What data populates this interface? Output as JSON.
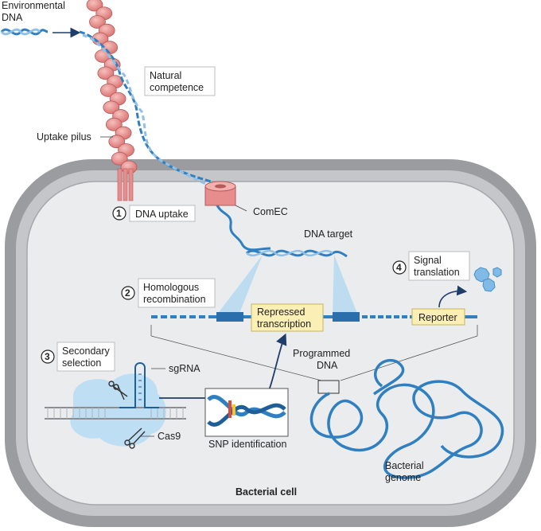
{
  "labels": {
    "environmental_dna": [
      "Environmental",
      "DNA"
    ],
    "natural_competence": [
      "Natural",
      "competence"
    ],
    "uptake_pilus": "Uptake pilus",
    "dna_uptake": "DNA uptake",
    "comec": "ComEC",
    "dna_target": "DNA target",
    "homologous_recombination": [
      "Homologous",
      "recombination"
    ],
    "repressed_transcription": [
      "Repressed",
      "transcription"
    ],
    "signal_translation": [
      "Signal",
      "translation"
    ],
    "reporter": "Reporter",
    "programmed_dna": [
      "Programmed",
      "DNA"
    ],
    "secondary_selection": [
      "Secondary",
      "selection"
    ],
    "sgrna": "sgRNA",
    "cas9": "Cas9",
    "snp_identification": "SNP identification",
    "bacterial_genome": [
      "Bacterial",
      "genome"
    ],
    "bacterial_cell": "Bacterial cell"
  },
  "steps": [
    "1",
    "2",
    "3",
    "4"
  ],
  "colors": {
    "dna_blue": "#2f7fc1",
    "pilus_pink": "#e88d8d",
    "cell_wall": "#8d8f92",
    "cytoplasm": "#ededee",
    "label_yellow": "#fbefb6",
    "cas9_blue": "#b9ddf3",
    "arrow_navy": "#1f3d6b"
  }
}
